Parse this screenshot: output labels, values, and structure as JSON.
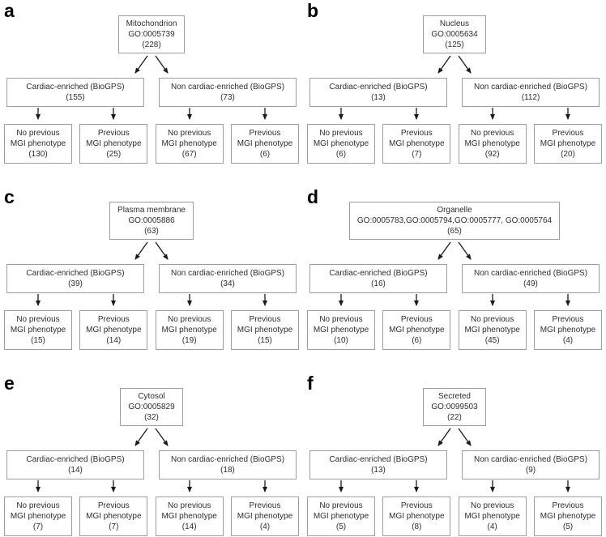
{
  "figure": {
    "background": "#ffffff",
    "box_border_color": "#9e9e9e",
    "text_color": "#2e2e2e",
    "arrow_color": "#1a1a1a"
  },
  "panels": [
    {
      "label": "a",
      "root": {
        "line1": "Mitochondrion",
        "line2": "GO:0005739",
        "count": "(228)"
      },
      "branches": [
        {
          "label": "Cardiac-enriched (BioGPS)",
          "count": "(155)"
        },
        {
          "label": "Non cardiac-enriched (BioGPS)",
          "count": "(73)"
        }
      ],
      "leaves": [
        {
          "line1": "No previous",
          "line2": "MGI phenotype",
          "count": "(130)"
        },
        {
          "line1": "Previous",
          "line2": "MGI phenotype",
          "count": "(25)"
        },
        {
          "line1": "No previous",
          "line2": "MGI phenotype",
          "count": "(67)"
        },
        {
          "line1": "Previous",
          "line2": "MGI phenotype",
          "count": "(6)"
        }
      ]
    },
    {
      "label": "b",
      "root": {
        "line1": "Nucleus",
        "line2": "GO:0005634",
        "count": "(125)"
      },
      "branches": [
        {
          "label": "Cardiac-enriched (BioGPS)",
          "count": "(13)"
        },
        {
          "label": "Non cardiac-enriched (BioGPS)",
          "count": "(112)"
        }
      ],
      "leaves": [
        {
          "line1": "No previous",
          "line2": "MGI phenotype",
          "count": "(6)"
        },
        {
          "line1": "Previous",
          "line2": "MGI phenotype",
          "count": "(7)"
        },
        {
          "line1": "No previous",
          "line2": "MGI phenotype",
          "count": "(92)"
        },
        {
          "line1": "Previous",
          "line2": "MGI phenotype",
          "count": "(20)"
        }
      ]
    },
    {
      "label": "c",
      "root": {
        "line1": "Plasma membrane",
        "line2": "GO:0005886",
        "count": "(63)"
      },
      "branches": [
        {
          "label": "Cardiac-enriched (BioGPS)",
          "count": "(39)"
        },
        {
          "label": "Non cardiac-enriched (BioGPS)",
          "count": "(34)"
        }
      ],
      "leaves": [
        {
          "line1": "No previous",
          "line2": "MGI phenotype",
          "count": "(15)"
        },
        {
          "line1": "Previous",
          "line2": "MGI phenotype",
          "count": "(14)"
        },
        {
          "line1": "No previous",
          "line2": "MGI phenotype",
          "count": "(19)"
        },
        {
          "line1": "Previous",
          "line2": "MGI phenotype",
          "count": "(15)"
        }
      ]
    },
    {
      "label": "d",
      "root": {
        "line1": "Organelle",
        "line2": "GO:0005783,GO:0005794,GO:0005777, GO:0005764",
        "count": "(65)"
      },
      "branches": [
        {
          "label": "Cardiac-enriched (BioGPS)",
          "count": "(16)"
        },
        {
          "label": "Non cardiac-enriched (BioGPS)",
          "count": "(49)"
        }
      ],
      "leaves": [
        {
          "line1": "No previous",
          "line2": "MGI phenotype",
          "count": "(10)"
        },
        {
          "line1": "Previous",
          "line2": "MGI phenotype",
          "count": "(6)"
        },
        {
          "line1": "No previous",
          "line2": "MGI phenotype",
          "count": "(45)"
        },
        {
          "line1": "Previous",
          "line2": "MGI phenotype",
          "count": "(4)"
        }
      ]
    },
    {
      "label": "e",
      "root": {
        "line1": "Cytosol",
        "line2": "GO:0005829",
        "count": "(32)"
      },
      "branches": [
        {
          "label": "Cardiac-enriched (BioGPS)",
          "count": "(14)"
        },
        {
          "label": "Non cardiac-enriched (BioGPS)",
          "count": "(18)"
        }
      ],
      "leaves": [
        {
          "line1": "No previous",
          "line2": "MGI phenotype",
          "count": "(7)"
        },
        {
          "line1": "Previous",
          "line2": "MGI phenotype",
          "count": "(7)"
        },
        {
          "line1": "No previous",
          "line2": "MGI phenotype",
          "count": "(14)"
        },
        {
          "line1": "Previous",
          "line2": "MGI phenotype",
          "count": "(4)"
        }
      ]
    },
    {
      "label": "f",
      "root": {
        "line1": "Secreted",
        "line2": "GO:0099503",
        "count": "(22)"
      },
      "branches": [
        {
          "label": "Cardiac-enriched (BioGPS)",
          "count": "(13)"
        },
        {
          "label": "Non cardiac-enriched (BioGPS)",
          "count": "(9)"
        }
      ],
      "leaves": [
        {
          "line1": "No previous",
          "line2": "MGI phenotype",
          "count": "(5)"
        },
        {
          "line1": "Previous",
          "line2": "MGI phenotype",
          "count": "(8)"
        },
        {
          "line1": "No previous",
          "line2": "MGI phenotype",
          "count": "(4)"
        },
        {
          "line1": "Previous",
          "line2": "MGI phenotype",
          "count": "(5)"
        }
      ]
    }
  ]
}
